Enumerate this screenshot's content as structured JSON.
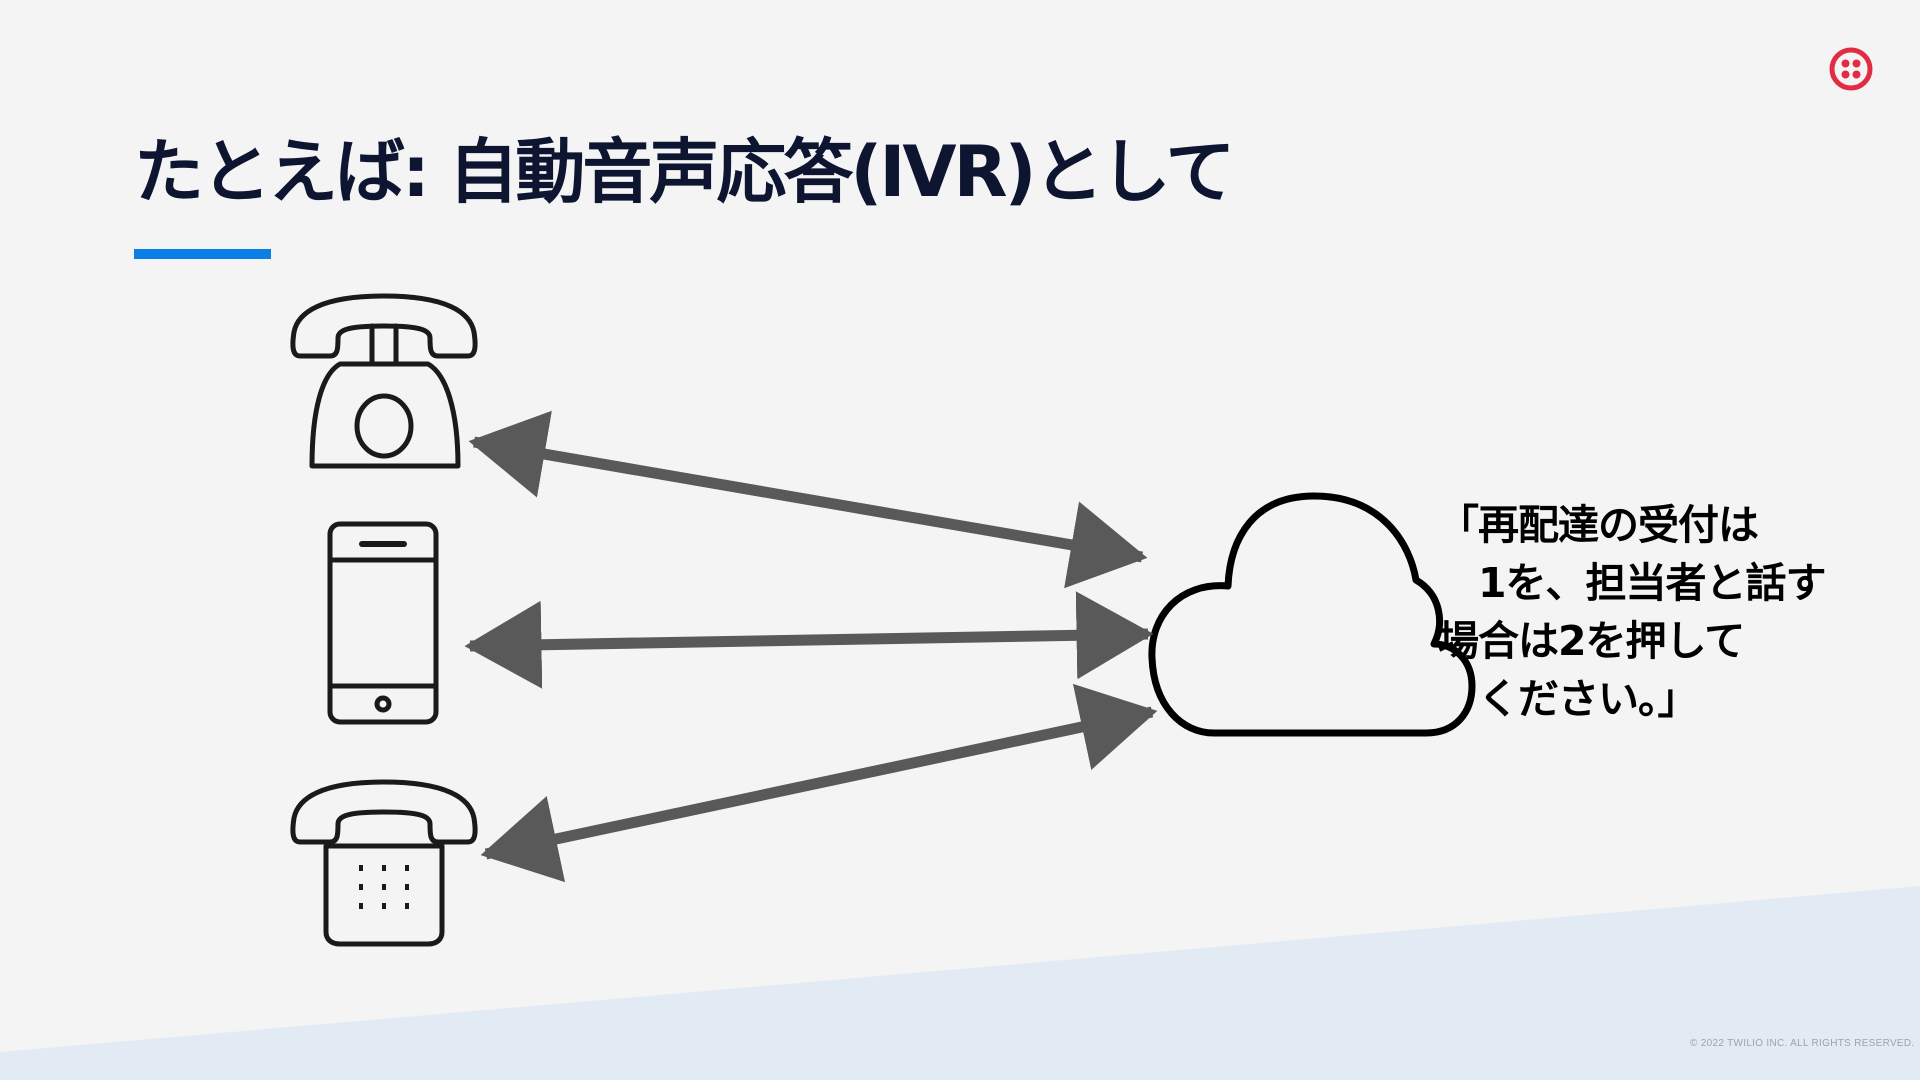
{
  "slide": {
    "title": "たとえば: 自動音声応答(IVR)として",
    "speech_lines": [
      "「再配達の受付は",
      "　1を、担当者と話す",
      "場合は2を押して",
      "　ください。」"
    ],
    "copyright": "© 2022 TWILIO INC. ALL RIGHTS RESERVED."
  },
  "icons": {
    "logo": "twilio-logo-icon",
    "phones": [
      "rotary-phone-icon",
      "smartphone-icon",
      "push-button-phone-icon"
    ],
    "cloud": "cloud-icon",
    "arrows": "double-headed-arrow"
  },
  "colors": {
    "accent_blue": "#0a7fe6",
    "title": "#0d1530",
    "arrow": "#595959",
    "logo_red": "#e22c43",
    "background": "#f4f4f4",
    "wave": "#e2ebf3"
  }
}
